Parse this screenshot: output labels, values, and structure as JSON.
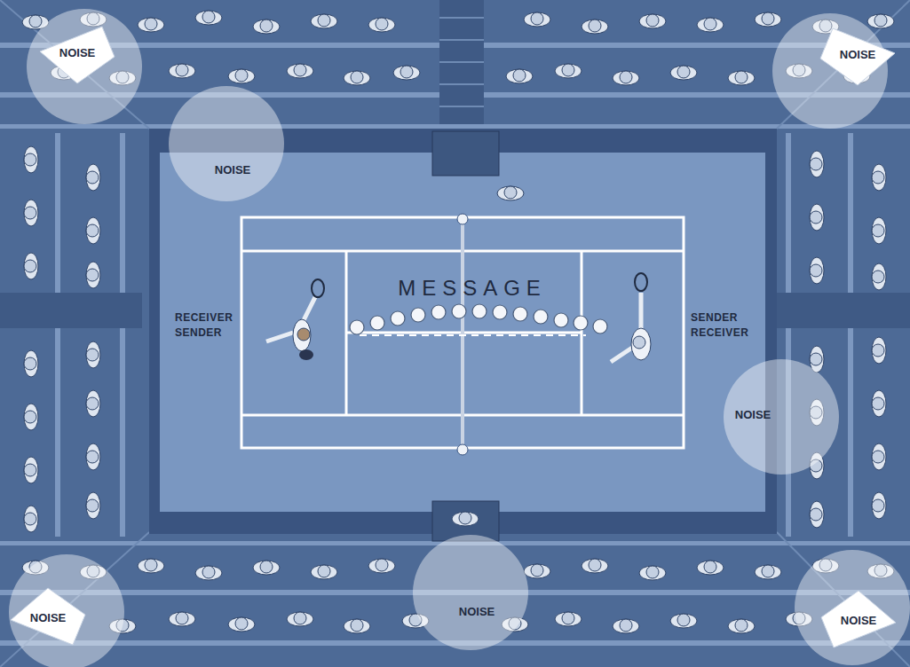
{
  "diagram": {
    "nodes": [
      {
        "text": [
          "NOISE"
        ]
      },
      {
        "text": [
          "NOISE"
        ]
      },
      {
        "text": [
          "NOISE"
        ]
      },
      {
        "text": [
          "NOISE"
        ]
      },
      {
        "text": [
          "NOISE"
        ]
      },
      {
        "text": [
          "NOISE"
        ]
      },
      {
        "text": [
          "NOISE"
        ]
      }
    ],
    "labels": [
      "MESSAGE",
      "RECEIVER SENDER",
      "SENDER RECEIVER"
    ]
  }
}
